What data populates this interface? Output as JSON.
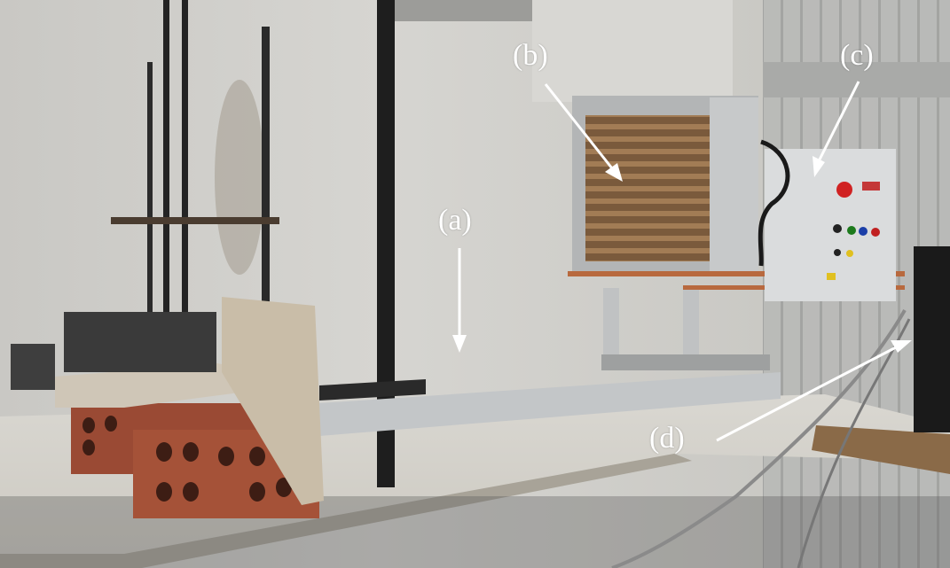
{
  "labels": {
    "a": "(a)",
    "b": "(b)",
    "c": "(c)",
    "d": "(d)"
  },
  "colors": {
    "label": "#ffffff",
    "wall": "#cfcfcb",
    "bench": "#dcdad4",
    "brick": "#9a4a34",
    "steel": "#b9bcbd",
    "wood_slats": "#8a6a48",
    "copper": "#b8693e",
    "pole": "#1e1e1e"
  }
}
